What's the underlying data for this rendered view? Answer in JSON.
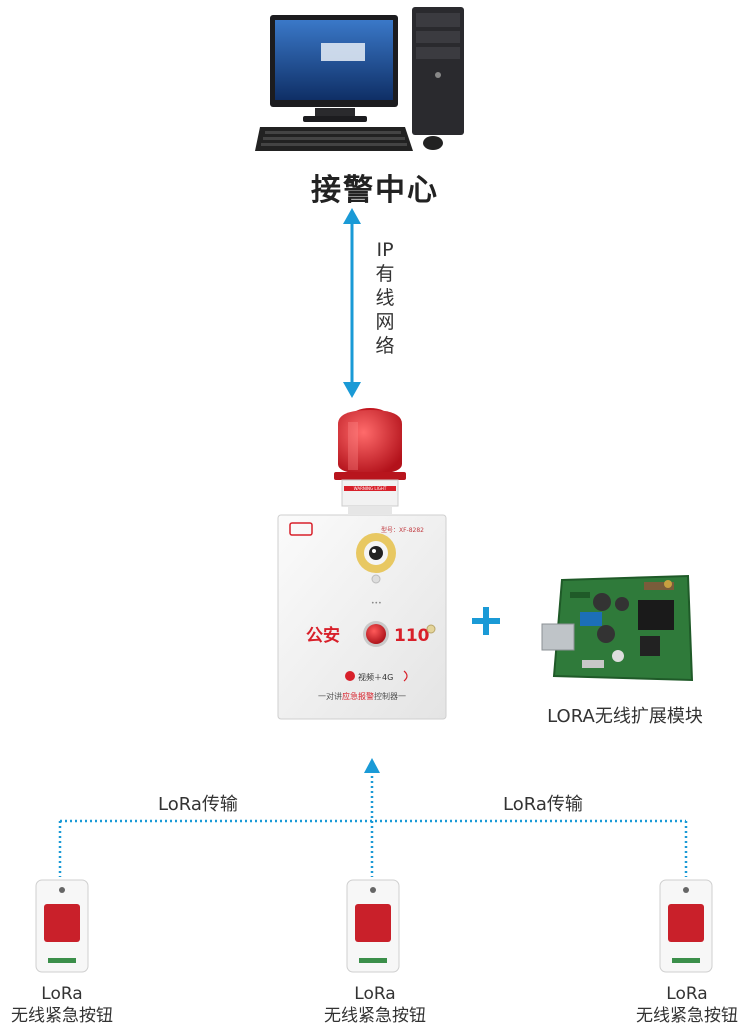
{
  "center": {
    "title": "接警中心"
  },
  "link_top": {
    "chars": [
      "IP",
      "有",
      "线",
      "网",
      "络"
    ]
  },
  "controller": {
    "brand": "公安",
    "number": "110",
    "model": "型号：XF-8282",
    "video": "视频＋4G",
    "sub_prefix": "一对讲",
    "sub_highlight": "应急报警",
    "sub_suffix": "控制器一",
    "warning": "WARNING LIGHT"
  },
  "module": {
    "label": "LORA无线扩展模块"
  },
  "link_bottom": {
    "left": "LoRa传输",
    "right": "LoRa传输"
  },
  "buttons": [
    {
      "line1": "LoRa",
      "line2": "无线紧急按钮"
    },
    {
      "line1": "LoRa",
      "line2": "无线紧急按钮"
    },
    {
      "line1": "LoRa",
      "line2": "无线紧急按钮"
    }
  ],
  "colors": {
    "arrow": "#1a9ad6",
    "alarm_red": "#d8202a",
    "board_green": "#2f7a3a"
  },
  "icons": [
    "computer-icon",
    "alarm-light-icon",
    "plus-icon",
    "circuit-board-icon",
    "emergency-button-icon"
  ]
}
